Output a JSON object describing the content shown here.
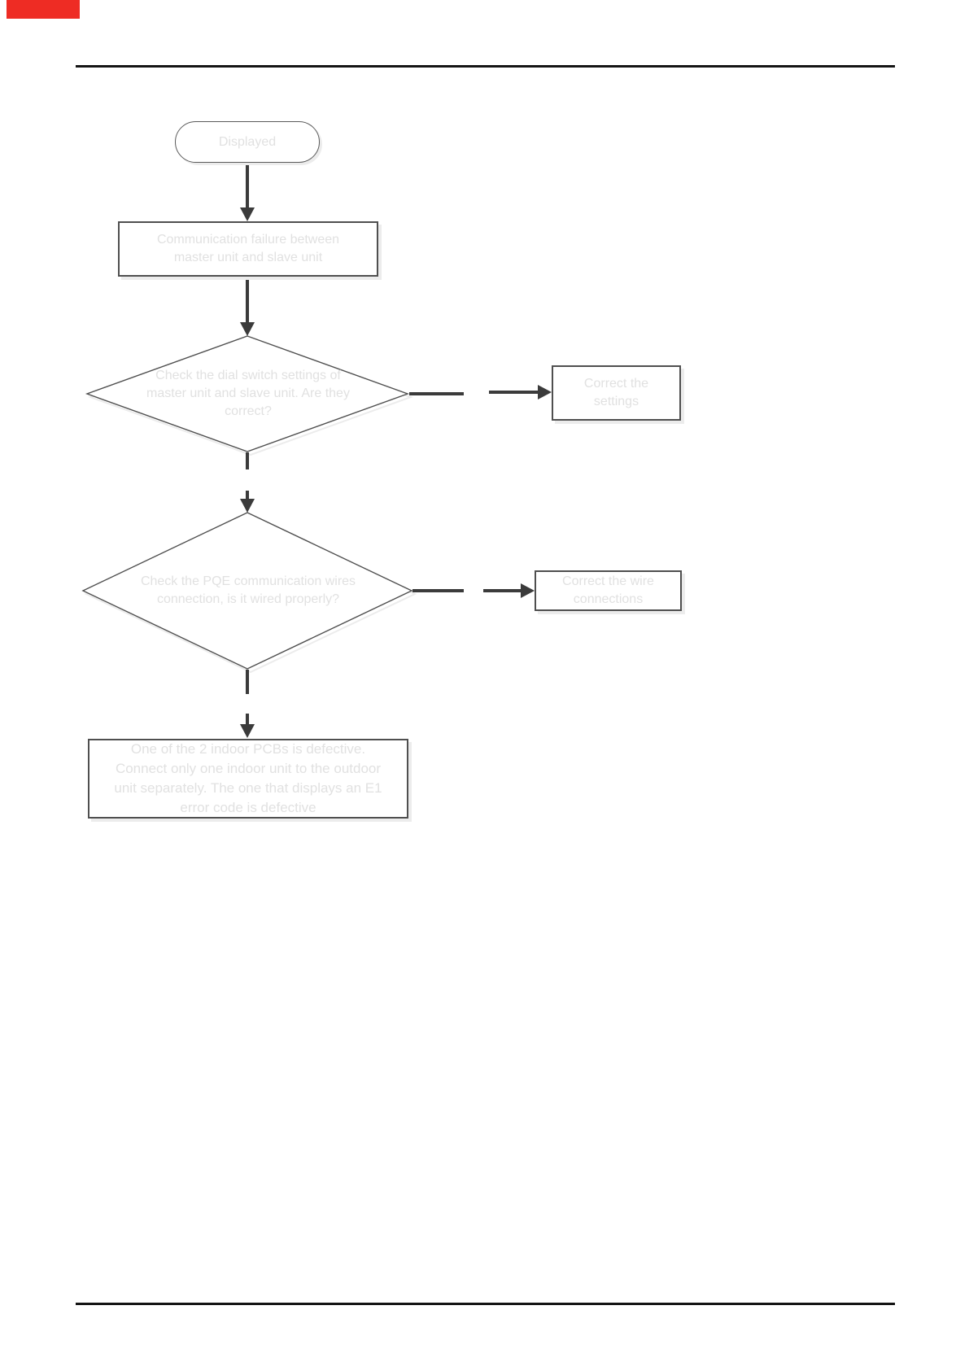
{
  "colors": {
    "node_text": "#e1e1e1",
    "shape_border": "#4f4f4f",
    "arrow": "#3b3b3b",
    "rule": "#141414",
    "shadow": "#ececec",
    "marker_red": "#ee2c24",
    "page_bg": "#ffffff"
  },
  "flowchart": {
    "nodes": {
      "start": "Displayed",
      "problem": "Communication failure between\nmaster unit and slave unit",
      "decision1": "Check the dial switch settings of\nmaster unit and slave unit. Are they\ncorrect?",
      "action1": "Correct the\nsettings",
      "decision2": "Check the PQE communication wires\nconnection, is it wired properly?",
      "action2": "Correct the wire\nconnections",
      "conclusion": "One of the 2 indoor PCBs is defective.\nConnect only one indoor unit to the outdoor\nunit separately. The one that displays an E1\nerror code is defective"
    }
  }
}
